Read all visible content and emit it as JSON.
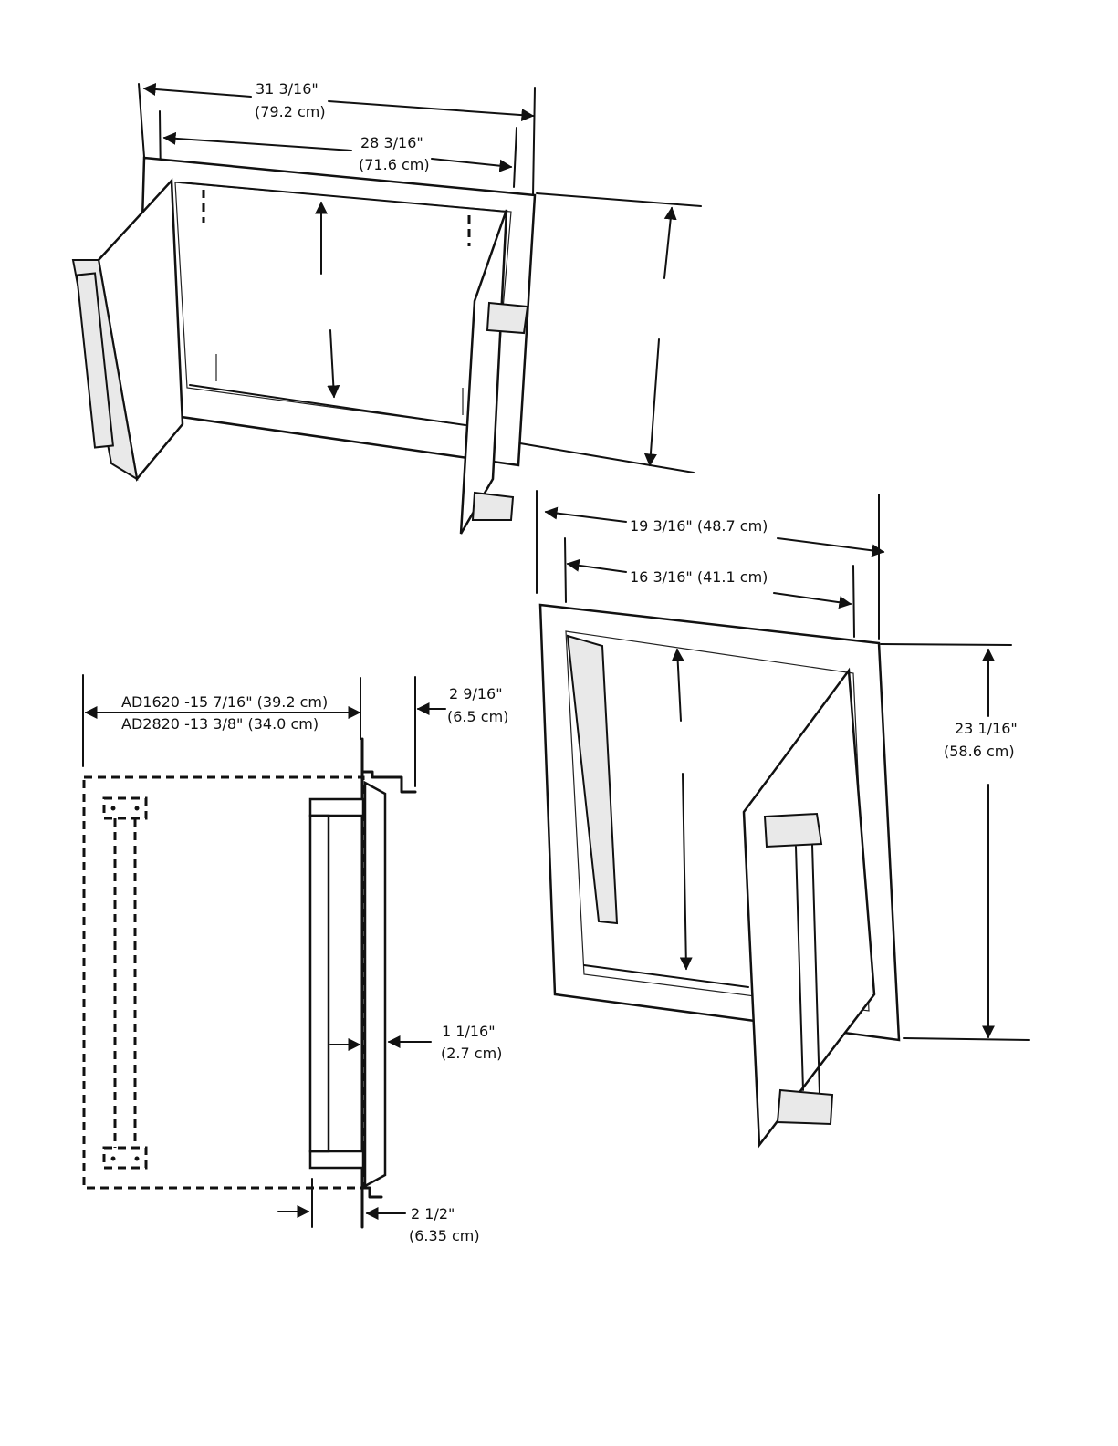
{
  "double_door": {
    "outer_width_in": "31 3/16\"",
    "outer_width_cm": "(79.2 cm)",
    "inner_width_in": "28 3/16\"",
    "inner_width_cm": "(71.6 cm)"
  },
  "single_door": {
    "outer_width": "19 3/16\" (48.7 cm)",
    "inner_width": "16 3/16\" (41.1 cm)",
    "height_in": "23 1/16\"",
    "height_cm": "(58.6 cm)"
  },
  "side_view": {
    "depth_ad1620": "AD1620 -15 7/16\" (39.2 cm)",
    "depth_ad2820": "AD2820 -13 3/8\" (34.0 cm)",
    "flange_in": "2 9/16\"",
    "flange_cm": "(6.5 cm)",
    "door_thickness_in": "1 1/16\"",
    "door_thickness_cm": "(2.7 cm)",
    "handle_depth_in": "2 1/2\"",
    "handle_depth_cm": "(6.35 cm)"
  }
}
